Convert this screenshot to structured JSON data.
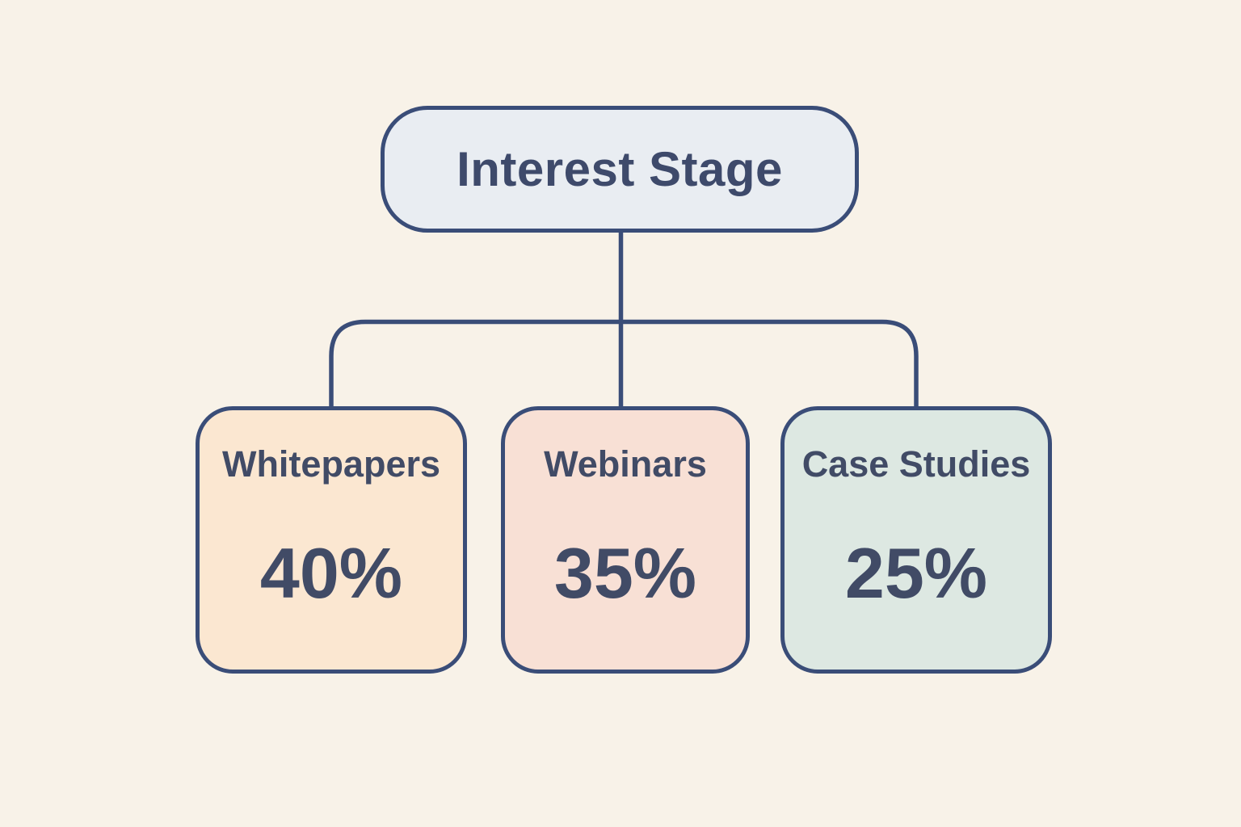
{
  "diagram": {
    "root": {
      "label": "Interest Stage",
      "fill": "#e9edf2"
    },
    "nodes": [
      {
        "label": "Whitepapers",
        "value": "40%",
        "fill": "#fbe7d1"
      },
      {
        "label": "Webinars",
        "value": "35%",
        "fill": "#f8e0d5"
      },
      {
        "label": "Case Studies",
        "value": "25%",
        "fill": "#dde8e2"
      }
    ],
    "colors": {
      "background": "#f8f2e8",
      "border": "#3a4d78",
      "connector": "#3a4d78",
      "text": "#414b66"
    }
  }
}
